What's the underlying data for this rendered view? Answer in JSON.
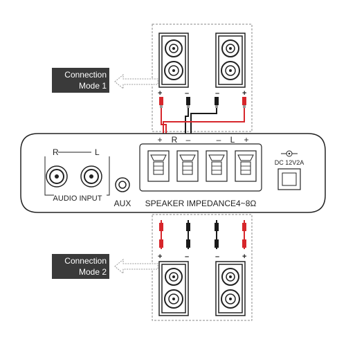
{
  "mode1": {
    "line1": "Connection",
    "line2": "Mode 1"
  },
  "mode2": {
    "line1": "Connection",
    "line2": "Mode 2"
  },
  "amp": {
    "audio_input": {
      "r_label": "R",
      "l_label": "L",
      "caption": "AUDIO INPUT"
    },
    "aux_label": "AUX",
    "speaker": {
      "plus_left": "+",
      "r_label": "R",
      "minus_left": "–",
      "minus_right": "–",
      "l_label": "L",
      "plus_right": "+",
      "caption": "SPEAKER IMPEDANCE4~8Ω"
    },
    "dc_label": "DC 12V2A"
  },
  "speaker_signs": {
    "top_left_plus": "+",
    "top_left_minus": "–",
    "top_right_minus": "–",
    "top_right_plus": "+",
    "bottom_left_plus": "+",
    "bottom_left_minus": "–",
    "bottom_right_minus": "–",
    "bottom_right_plus": "+"
  },
  "colors": {
    "red_wire": "#d7262b",
    "black_wire": "#1a1a1a",
    "tag_bg": "#3a3a3a",
    "line": "#333333"
  }
}
